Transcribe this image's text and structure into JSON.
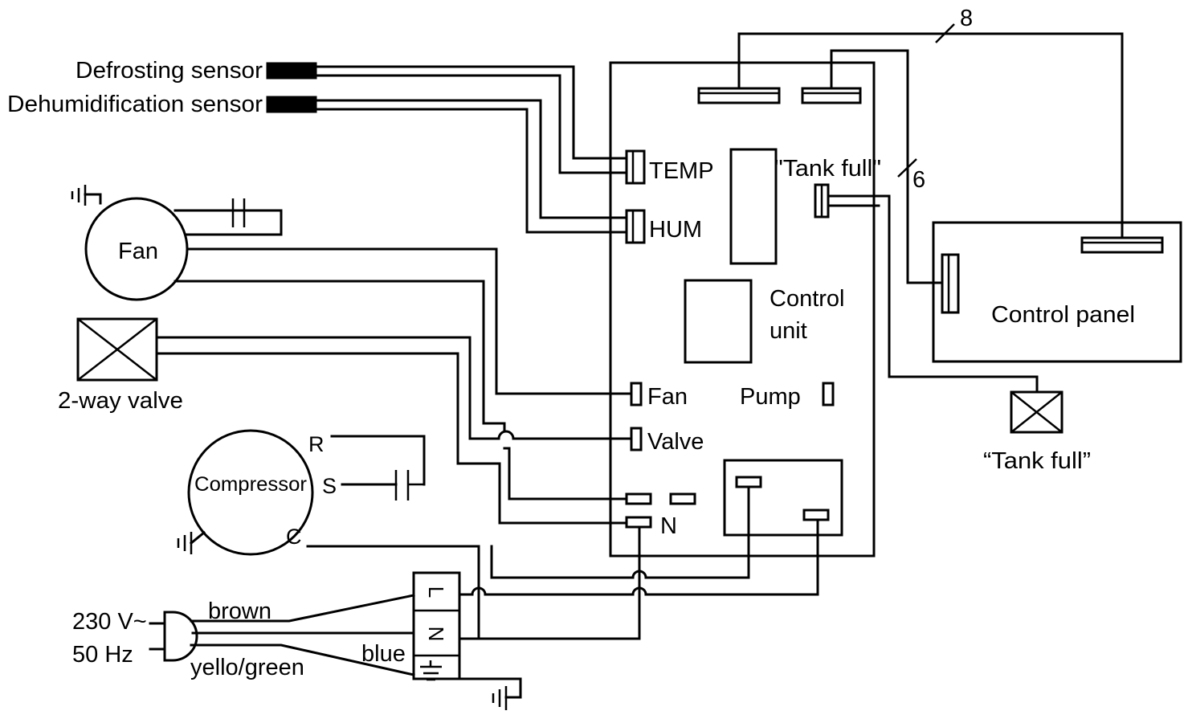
{
  "labels": {
    "defrost_sensor": "Defrosting sensor",
    "dehum_sensor": "Dehumidification sensor",
    "temp": "TEMP",
    "hum": "HUM",
    "tank_full_top": "\"Tank full\"",
    "six": "6",
    "eight": "8",
    "fan_motor": "Fan",
    "control_unit_1": "Control",
    "control_unit_2": "unit",
    "control_panel": "Control panel",
    "two_way_valve": "2-way valve",
    "fan_terminal": "Fan",
    "pump": "Pump",
    "valve_terminal": "Valve",
    "compressor": "Compressor",
    "r": "R",
    "s": "S",
    "c": "C",
    "n_terminal": "N",
    "tank_full_bottom": "“Tank full”",
    "voltage": "230 V~",
    "frequency": "50 Hz",
    "brown": "brown",
    "blue": "blue",
    "yellow_green": "yello/green",
    "block_l": "L",
    "block_n": "N"
  }
}
